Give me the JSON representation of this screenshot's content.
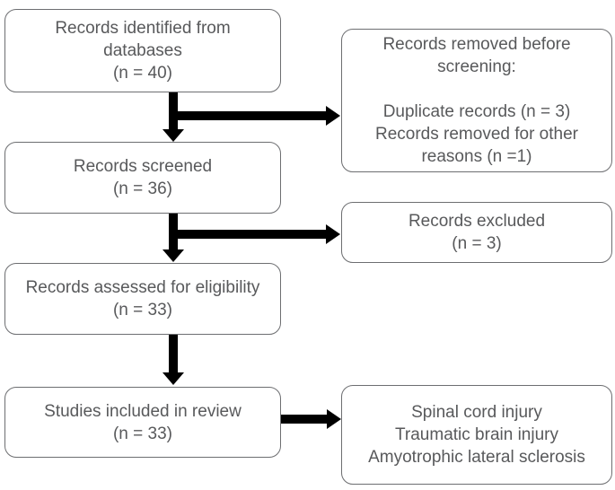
{
  "colors": {
    "background": "#ffffff",
    "box_border": "#6d6e71",
    "text": "#58595b",
    "arrow": "#000000"
  },
  "boxes": {
    "identified": {
      "text": "Records identified from\ndatabases\n(n = 40)"
    },
    "screened": {
      "text": "Records screened\n(n = 36)"
    },
    "assessed": {
      "text": "Records assessed for eligibility\n(n = 33)"
    },
    "included": {
      "text": "Studies included in review\n(n = 33)"
    },
    "removed_before_screening": {
      "text": "Records removed before\nscreening:\n\nDuplicate records (n = 3)\nRecords removed for other\nreasons (n =1)"
    },
    "excluded": {
      "text": "Records excluded\n(n = 3)"
    },
    "conditions": {
      "text": "Spinal cord injury\nTraumatic brain injury\nAmyotrophic lateral sclerosis"
    }
  }
}
